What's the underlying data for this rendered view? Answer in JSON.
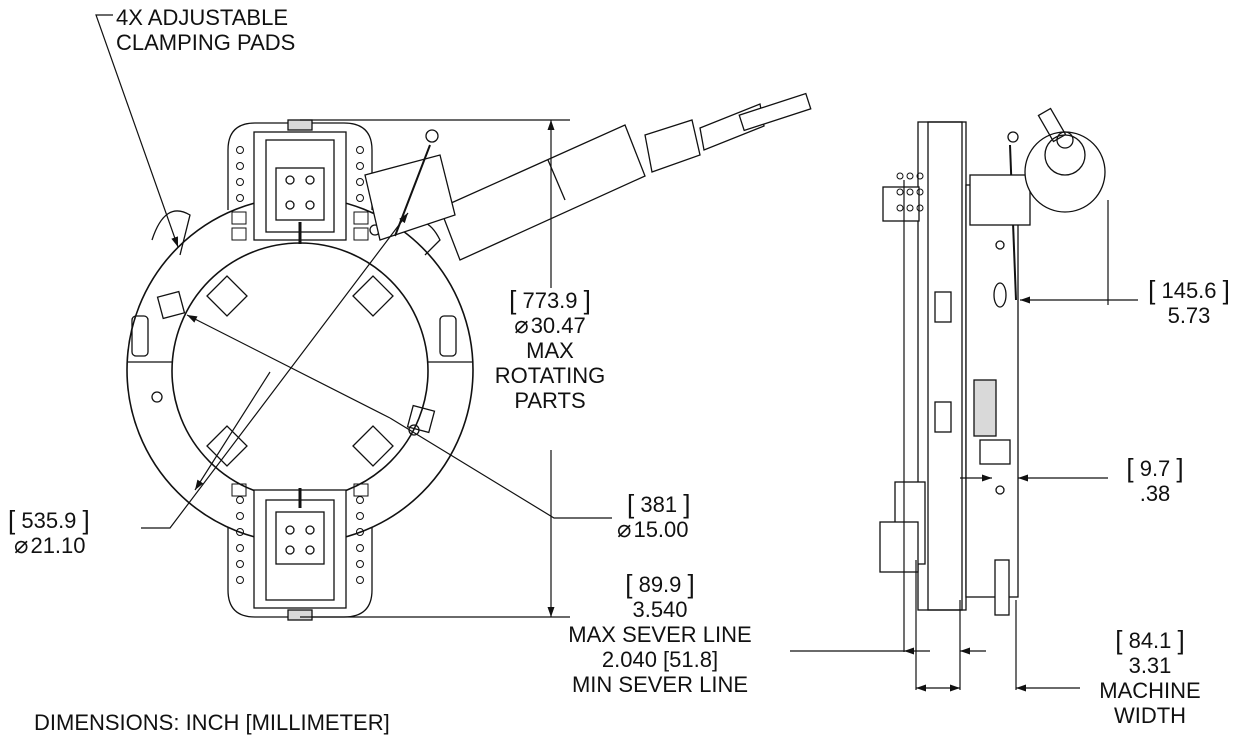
{
  "colors": {
    "line": "#111111",
    "fill_light": "#f2f2f2",
    "fill_mid": "#d9d9d9",
    "background": "#ffffff"
  },
  "symbols": {
    "diameter": "⌀",
    "bracket_open": "[",
    "bracket_close": "]"
  },
  "callouts": {
    "clamping_pads": {
      "line1": "4X ADJUSTABLE",
      "line2": "CLAMPING PADS"
    },
    "max_rotating": {
      "mm": "773.9",
      "inch": "30.47",
      "line1": "MAX",
      "line2": "ROTATING",
      "line3": "PARTS"
    },
    "frame_id": {
      "mm": "535.9",
      "inch": "21.10"
    },
    "ring_id": {
      "mm": "381",
      "inch": "15.00"
    },
    "max_sever": {
      "mm": "89.9",
      "inch": "3.540",
      "label": "MAX SEVER LINE"
    },
    "min_sever": {
      "value": "2.040 [51.8]",
      "label": "MIN SEVER LINE"
    },
    "side_offset": {
      "mm": "145.6",
      "inch": "5.73"
    },
    "small_offset": {
      "mm": "9.7",
      "inch": ".38"
    },
    "machine_width": {
      "mm": "84.1",
      "inch": "3.31",
      "line1": "MACHINE",
      "line2": "WIDTH"
    }
  },
  "units_note": "DIMENSIONS: INCH [MILLIMETER]"
}
